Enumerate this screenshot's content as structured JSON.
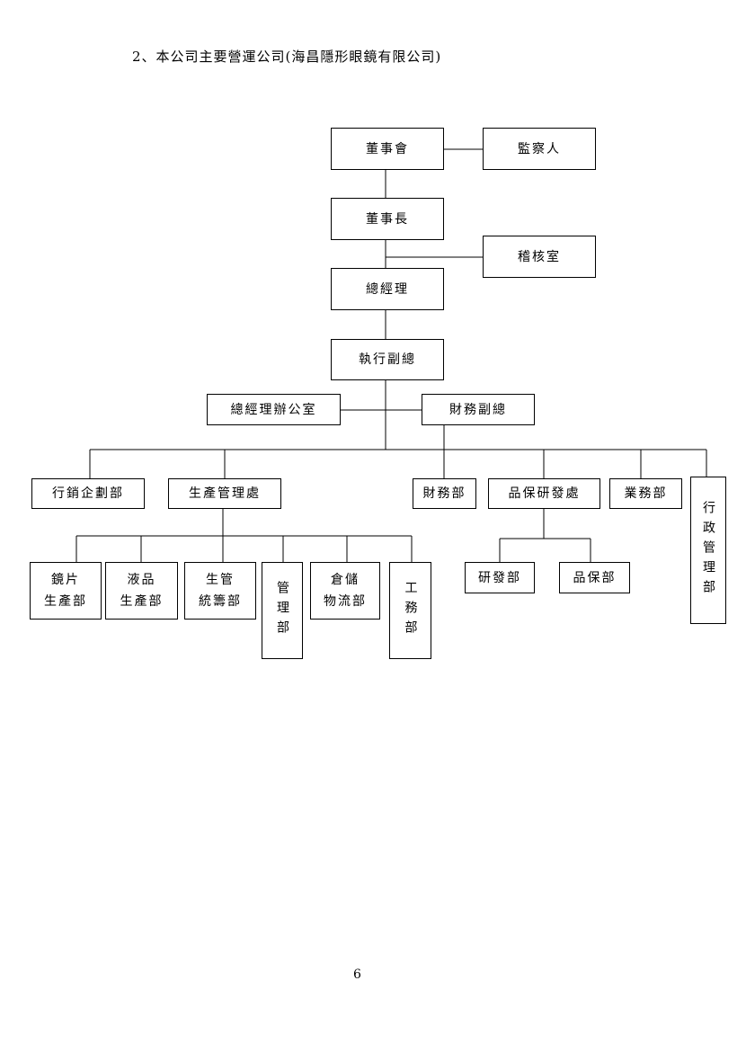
{
  "heading": "2、本公司主要營運公司(海昌隱形眼鏡有限公司)",
  "page_number": "6",
  "org": {
    "board": "董事會",
    "supervisor": "監察人",
    "chairman": "董事長",
    "audit": "稽核室",
    "gm": "總經理",
    "evp": "執行副總",
    "gm_office": "總經理辦公室",
    "finance_vp": "財務副總",
    "marketing": "行銷企劃部",
    "production_mgmt": "生產管理處",
    "finance": "財務部",
    "qa_rd": "品保研發處",
    "sales": "業務部",
    "admin": "行政管理部",
    "lens_production": "鏡片\n生產部",
    "solution_production": "液品\n生產部",
    "production_control": "生管\n統籌部",
    "management": "管理部",
    "warehouse": "倉儲\n物流部",
    "engineering": "工務部",
    "rd": "研發部",
    "qa": "品保部"
  }
}
